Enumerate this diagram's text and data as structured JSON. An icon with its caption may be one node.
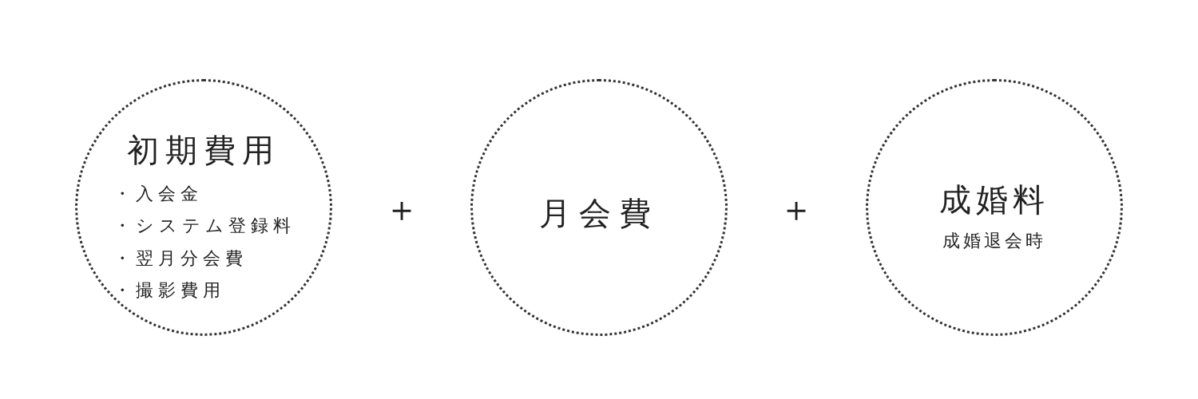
{
  "diagram": {
    "nodes": [
      {
        "text": [
          "初期費用",
          "・入会金",
          "・システム登録料",
          "・翌月分会費",
          "・撮影費用"
        ]
      },
      {
        "text": [
          "月会費"
        ]
      },
      {
        "text": [
          "成婚料",
          "成婚退会時"
        ]
      }
    ],
    "labels": [
      "＋",
      "＋"
    ]
  }
}
